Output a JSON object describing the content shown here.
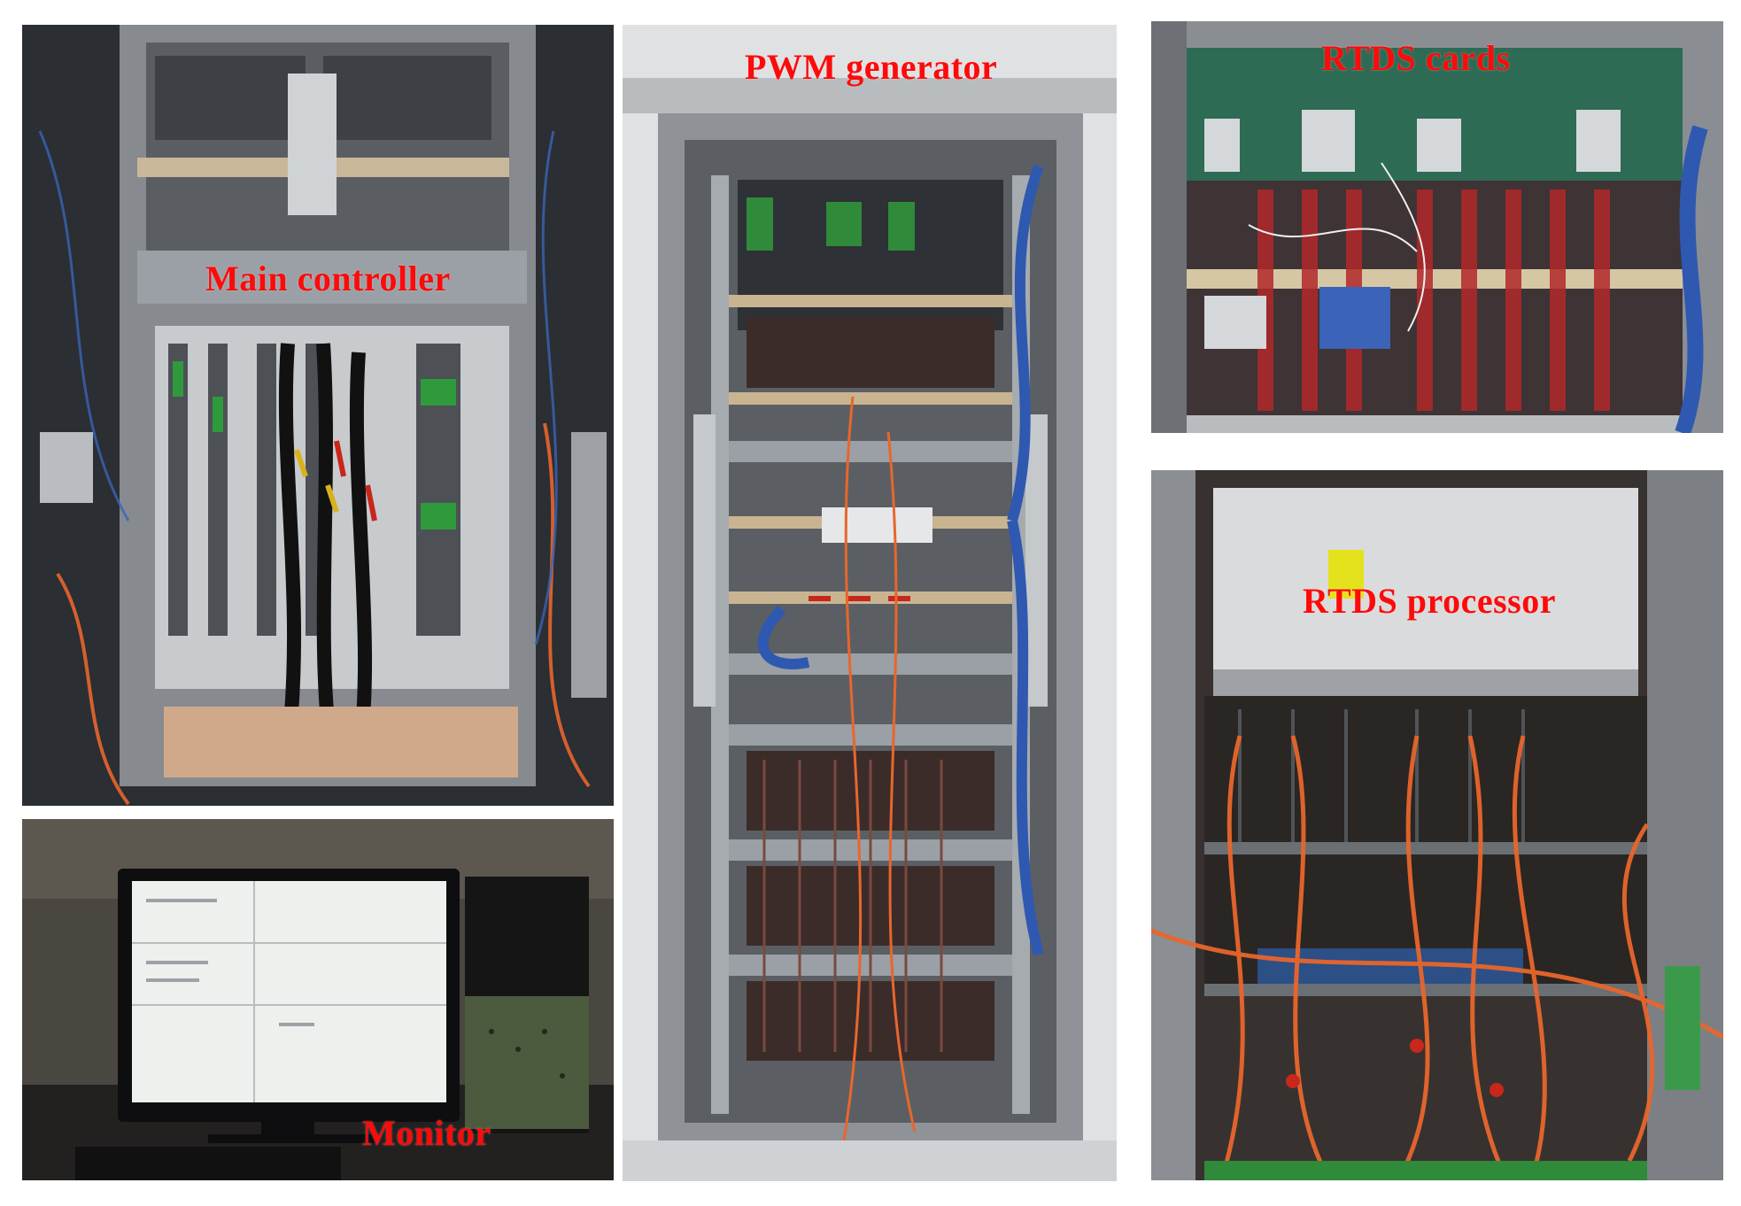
{
  "panels": {
    "main_controller": {
      "label": "Main controller"
    },
    "monitor": {
      "label": "Monitor"
    },
    "pwm_generator": {
      "label": "PWM generator"
    },
    "rtds_cards": {
      "label": "RTDS cards"
    },
    "rtds_processor": {
      "label": "RTDS processor"
    }
  },
  "colors": {
    "label_text": "#ff0a0a",
    "cabinet_gray": "#8e9296",
    "fiber_orange": "#e8662c",
    "background": "#ffffff"
  }
}
